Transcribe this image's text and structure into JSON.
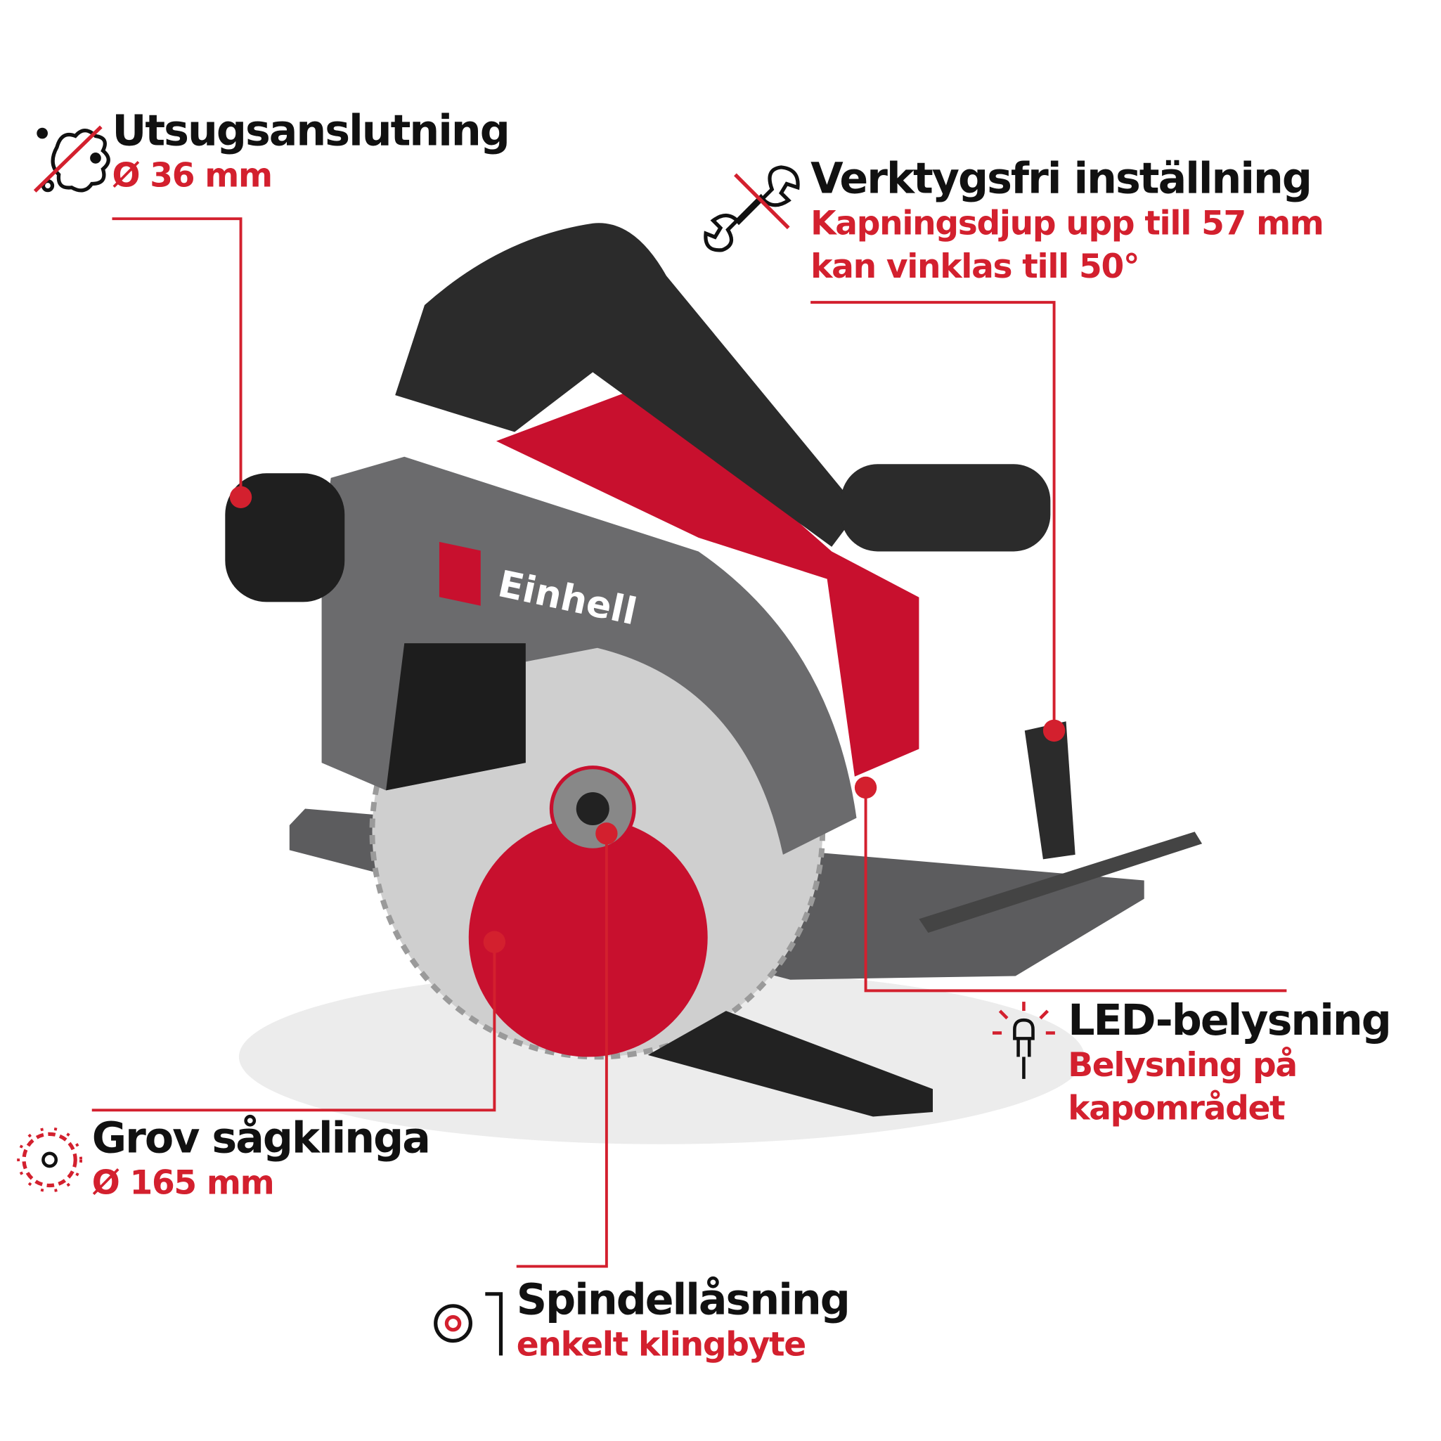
{
  "colors": {
    "accent": "#d3202e",
    "text": "#111111",
    "saw_red": "#c8102e",
    "saw_gray": "#6b6b6d",
    "saw_black": "#262626"
  },
  "brand": {
    "logo_text": "Einhell"
  },
  "callouts": {
    "dust": {
      "icon": "dust-extraction-icon",
      "title": "Utsugsanslutning",
      "lines": [
        "Ø 36 mm"
      ]
    },
    "tool_free": {
      "icon": "wrench-crossed-icon",
      "title": "Verktygsfri inställning",
      "lines": [
        "Kapningsdjup upp till 57 mm",
        "kan vinklas till 50°"
      ]
    },
    "led": {
      "icon": "led-light-icon",
      "title": "LED-belysning",
      "lines": [
        "Belysning på",
        "kapområdet"
      ]
    },
    "blade": {
      "icon": "saw-blade-icon",
      "title": "Grov sågklinga",
      "lines": [
        "Ø 165 mm"
      ]
    },
    "spindle": {
      "icon": "spindle-lock-icon",
      "title": "Spindellåsning",
      "lines": [
        "enkelt klingbyte"
      ]
    }
  }
}
